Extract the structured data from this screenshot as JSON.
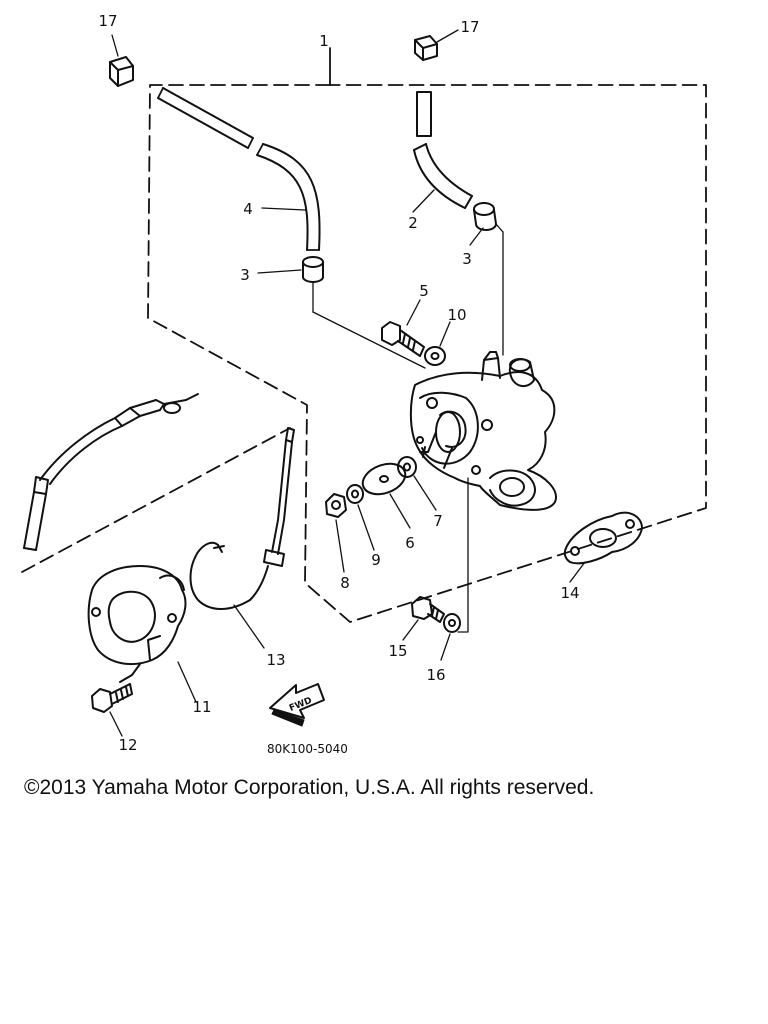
{
  "diagram": {
    "part_labels": [
      "1",
      "2",
      "3",
      "3",
      "4",
      "5",
      "6",
      "7",
      "8",
      "9",
      "10",
      "11",
      "12",
      "13",
      "14",
      "15",
      "16",
      "17",
      "17"
    ],
    "drawing_code": "80K100-5040",
    "direction_tag": "FWD",
    "colors": {
      "ink": "#111111",
      "background": "#ffffff"
    }
  },
  "footer": {
    "copyright": "©2013 Yamaha Motor Corporation, U.S.A. All rights reserved."
  }
}
